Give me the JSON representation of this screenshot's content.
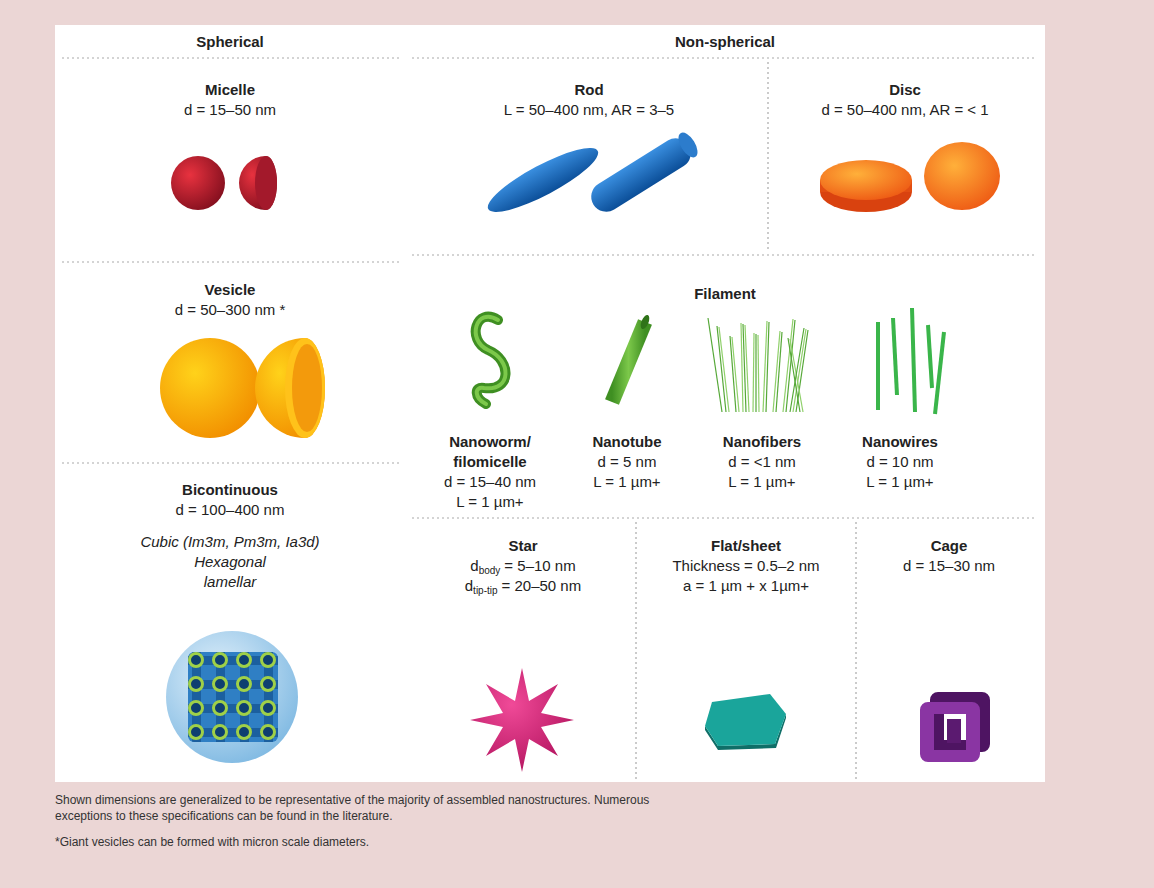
{
  "diagram": {
    "caption": "Shown dimensions are generalized to be representative of the majority of assembled nanostructures. Numerous exceptions to these specifications can be found in the literature.",
    "nodes": [
      {
        "text": [
          "Micelle",
          "d = 15–50 nm"
        ]
      },
      {
        "text": [
          "Rod",
          "L = 50–400 nm, AR = 3–5"
        ]
      },
      {
        "text": [
          "Disc",
          "d = 50–400 nm, AR = < 1"
        ]
      },
      {
        "text": [
          "Vesicle",
          "d = 50–300 nm *"
        ]
      },
      {
        "text": [
          "Filament"
        ]
      },
      {
        "text": [
          "Nanoworm/ filomicelle",
          "d = 15–40 nm",
          "L = 1 µm+"
        ],
        "in": 4
      },
      {
        "text": [
          "Nanotube",
          "d = 5 nm",
          "L = 1 µm+"
        ],
        "in": 4
      },
      {
        "text": [
          "Nanofibers",
          "d = <1 nm",
          "L = 1 µm+"
        ],
        "in": 4
      },
      {
        "text": [
          "Nanowires",
          "d = 10 nm",
          "L = 1 µm+"
        ],
        "in": 4
      },
      {
        "text": [
          "Bicontinuous",
          "d = 100–400 nm",
          "Cubic (Im3m, Pm3m, Ia3d)",
          "Hexagonal",
          "lamellar"
        ]
      },
      {
        "text": [
          "Star",
          "d",
          "body",
          "= 5–10 nm",
          "d",
          "tip-tip",
          "= 20–50 nm"
        ]
      },
      {
        "text": [
          "Flat/sheet",
          "Thickness = 0.5–2 nm",
          "a = 1 µm + x 1µm+"
        ]
      },
      {
        "text": [
          "Cage",
          "d  = 15–30 nm"
        ]
      }
    ],
    "labels": [
      "Spherical",
      "Non-spherical",
      "*Giant vesicles can be formed with micron scale diameters."
    ]
  }
}
